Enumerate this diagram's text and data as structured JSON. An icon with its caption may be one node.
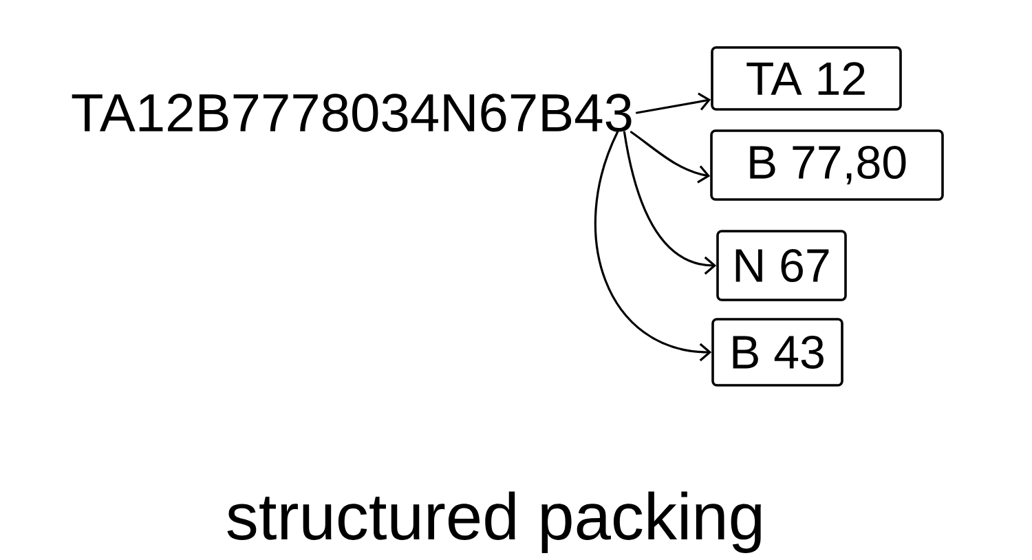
{
  "diagram": {
    "caption": "structured packing",
    "nodes": [
      {
        "text": [
          "TA12B7778034N67B43"
        ]
      },
      {
        "text": [
          "TA 12"
        ]
      },
      {
        "text": [
          "B 77,80"
        ]
      },
      {
        "text": [
          "N 67"
        ]
      },
      {
        "text": [
          "B 43"
        ]
      }
    ],
    "edges": [
      {
        "from": 0,
        "to": 1,
        "arrow": "to"
      },
      {
        "from": 0,
        "to": 2,
        "arrow": "to"
      },
      {
        "from": 0,
        "to": 3,
        "arrow": "to"
      },
      {
        "from": 0,
        "to": 4,
        "arrow": "to"
      }
    ]
  }
}
